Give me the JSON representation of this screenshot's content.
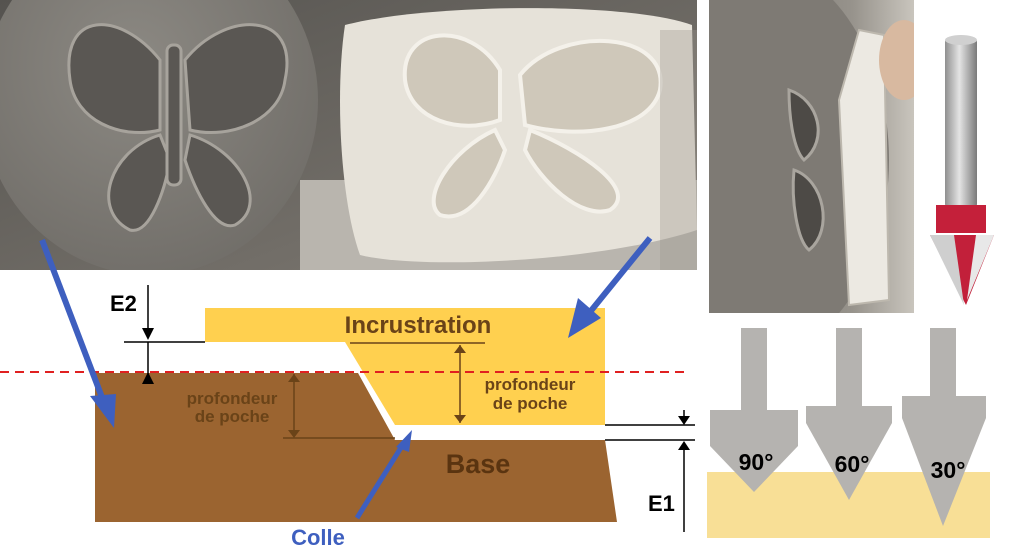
{
  "diagram": {
    "top_layer": "Incrustration",
    "bottom_layer": "Base",
    "left_depth": [
      "profondeur",
      "de poche"
    ],
    "right_depth": [
      "profondeur",
      "de poche"
    ],
    "glue": "Colle",
    "e1": "E1",
    "e2": "E2"
  },
  "bits": [
    {
      "angle": "90°"
    },
    {
      "angle": "60°"
    },
    {
      "angle": "30°"
    }
  ],
  "colors": {
    "inlay": "#ffd04f",
    "base": "#9b6430",
    "text_brown": "#6a4318",
    "arrow_blue": "#3e5fbf",
    "dashed_red": "#e02020",
    "wood_light": "#f8df96",
    "bit_gray": "#b5b3b0",
    "router_red": "#c4203a"
  }
}
